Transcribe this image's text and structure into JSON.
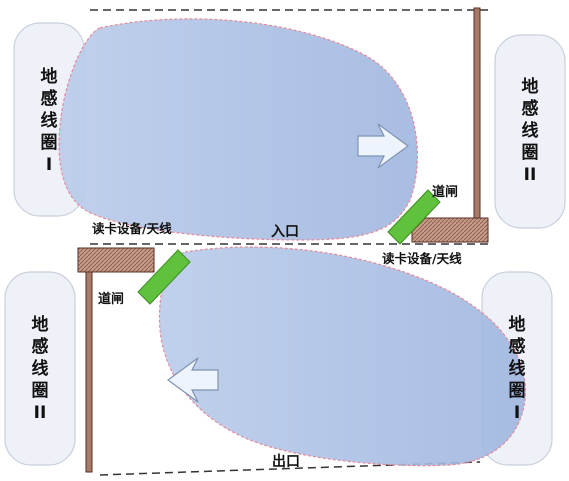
{
  "labels": {
    "entrance": "入口",
    "exit": "出口",
    "gate_top": "道闸",
    "gate_bottom": "道闸",
    "reader_top_left": "读卡设备/天线",
    "reader_top_right": "读卡设备/天线"
  },
  "coils": {
    "top_left": [
      "地",
      "感",
      "线",
      "圈",
      "I"
    ],
    "top_right": [
      "地",
      "感",
      "线",
      "圈",
      "II"
    ],
    "bottom_left": [
      "地",
      "感",
      "线",
      "圈",
      "II"
    ],
    "bottom_right": [
      "地",
      "感",
      "线",
      "圈",
      "I"
    ]
  },
  "colors": {
    "zone_fill": "#a9bfe3",
    "zone_stroke": "#e38a9a",
    "coil_fill": "#eef1f8",
    "coil_stroke": "#c8cfdc",
    "barrier": "#b98a78",
    "barrier_stroke": "#5a2e22",
    "gate_arm": "#5fc13c",
    "arrow_fill": "#eef4fb",
    "arrow_stroke": "#7f93b0",
    "post": "#a87a6a"
  }
}
